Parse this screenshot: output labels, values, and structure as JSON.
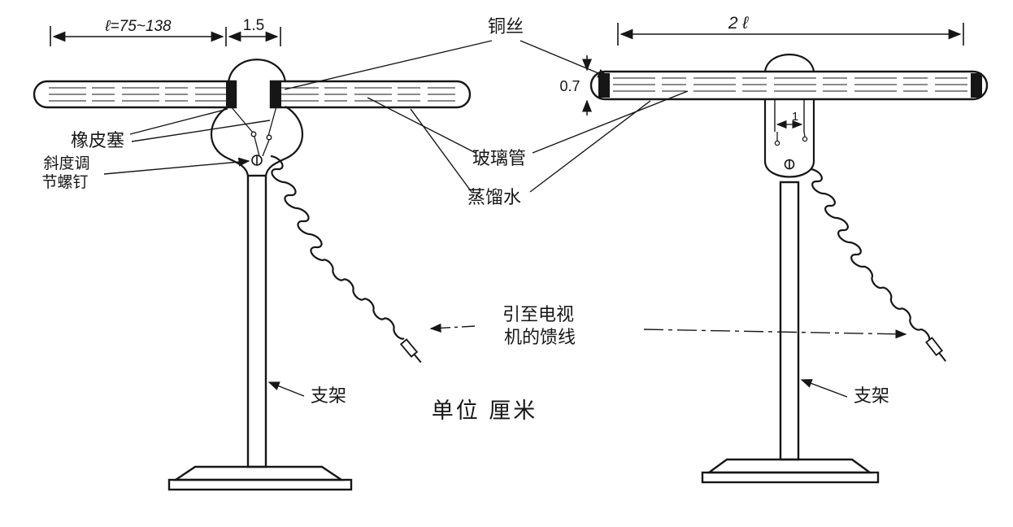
{
  "figure": {
    "title": "water-filled dipole TV antenna construction diagram",
    "ink_color": "#161616",
    "background_color": "#ffffff"
  },
  "labels": {
    "copper_wire": "铜丝",
    "rubber_stopper": "橡皮塞",
    "tilt_screw_line1": "斜度调",
    "tilt_screw_line2": "节螺钉",
    "glass_tube": "玻璃管",
    "distilled_water": "蒸馏水",
    "feeder_line1": "引至电视",
    "feeder_line2": "机的馈线",
    "stand_left": "支架",
    "stand_right": "支架",
    "unit": "单位 厘米"
  },
  "dimensions": {
    "length_left": "ℓ=75~138",
    "gap": "1.5",
    "length_right": "2 ℓ",
    "diameter": "0.7",
    "neck": "1"
  }
}
